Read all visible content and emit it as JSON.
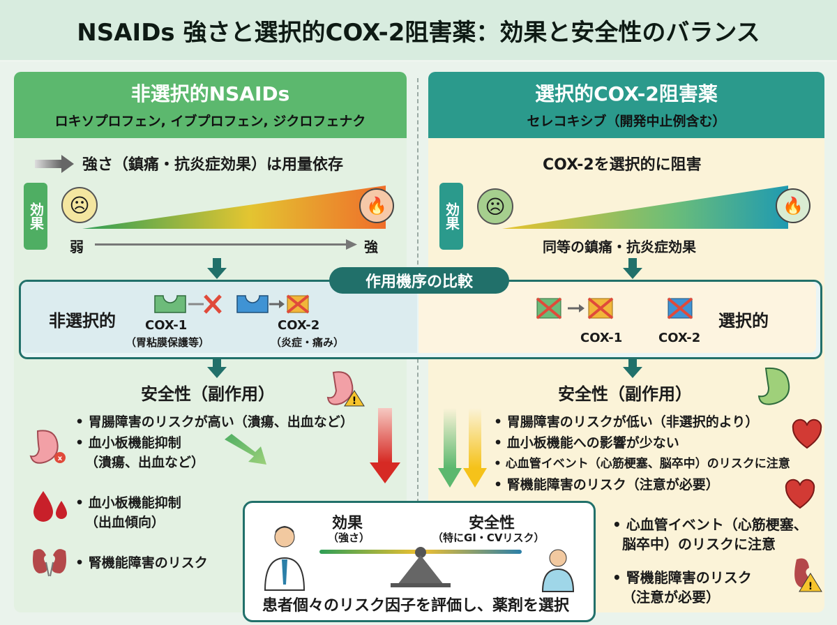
{
  "title": "NSAIDs 強さと選択的COX-2阻害薬：効果と安全性のバランス",
  "left": {
    "header": "非選択的NSAIDs",
    "subheader": "ロキソプロフェン, イブプロフェン, ジクロフェナク",
    "strength_note": "強さ（鎮痛・抗炎症効果）は用量依存",
    "effect_label": "効果",
    "weak": "弱",
    "strong": "強",
    "mechanism_label": "非選択的",
    "cox1": "COX-1",
    "cox1_note": "（胃粘膜保護等）",
    "cox2": "COX-2",
    "cox2_note": "（炎症・痛み）",
    "safety_title": "安全性（副作用）",
    "bullets": [
      "• 胃腸障害のリスクが高い（潰瘍、出血など）",
      "• 血小板機能抑制",
      "（潰瘍、出血など）",
      "• 血小板機能抑制",
      "（出血傾向）",
      "• 腎機能障害のリスク"
    ]
  },
  "right": {
    "header": "選択的COX-2阻害薬",
    "subheader": "セレコキシブ（開発中止例含む）",
    "selective_note": "COX-2を選択的に阻害",
    "effect_label": "効果",
    "equal_note": "同等の鎮痛・抗炎症効果",
    "mechanism_label": "選択的",
    "cox1": "COX-1",
    "cox2": "COX-2",
    "safety_title": "安全性（副作用）",
    "bullets": [
      "• 胃腸障害のリスクが低い（非選択的より）",
      "• 血小板機能への影響が少ない",
      "• 心血管イベント（心筋梗塞、脳卒中）のリスクに注意",
      "• 腎機能障害のリスク（注意が必要）"
    ],
    "extra_bullets": [
      "• 心血管イベント（心筋梗塞、",
      "脳卒中）のリスクに注意",
      "• 腎機能障害のリスク",
      "（注意が必要）"
    ]
  },
  "mechanism_badge": "作用機序の比較",
  "balance": {
    "effect": "効果",
    "effect_sub": "（強さ）",
    "safety": "安全性",
    "safety_sub": "（特にGI・CVリスク）",
    "conclusion": "患者個々のリスク因子を評価し、薬剤を選択"
  },
  "colors": {
    "left_header": "#5cb86e",
    "right_header": "#2b9a8c",
    "mechanism": "#21706a"
  }
}
